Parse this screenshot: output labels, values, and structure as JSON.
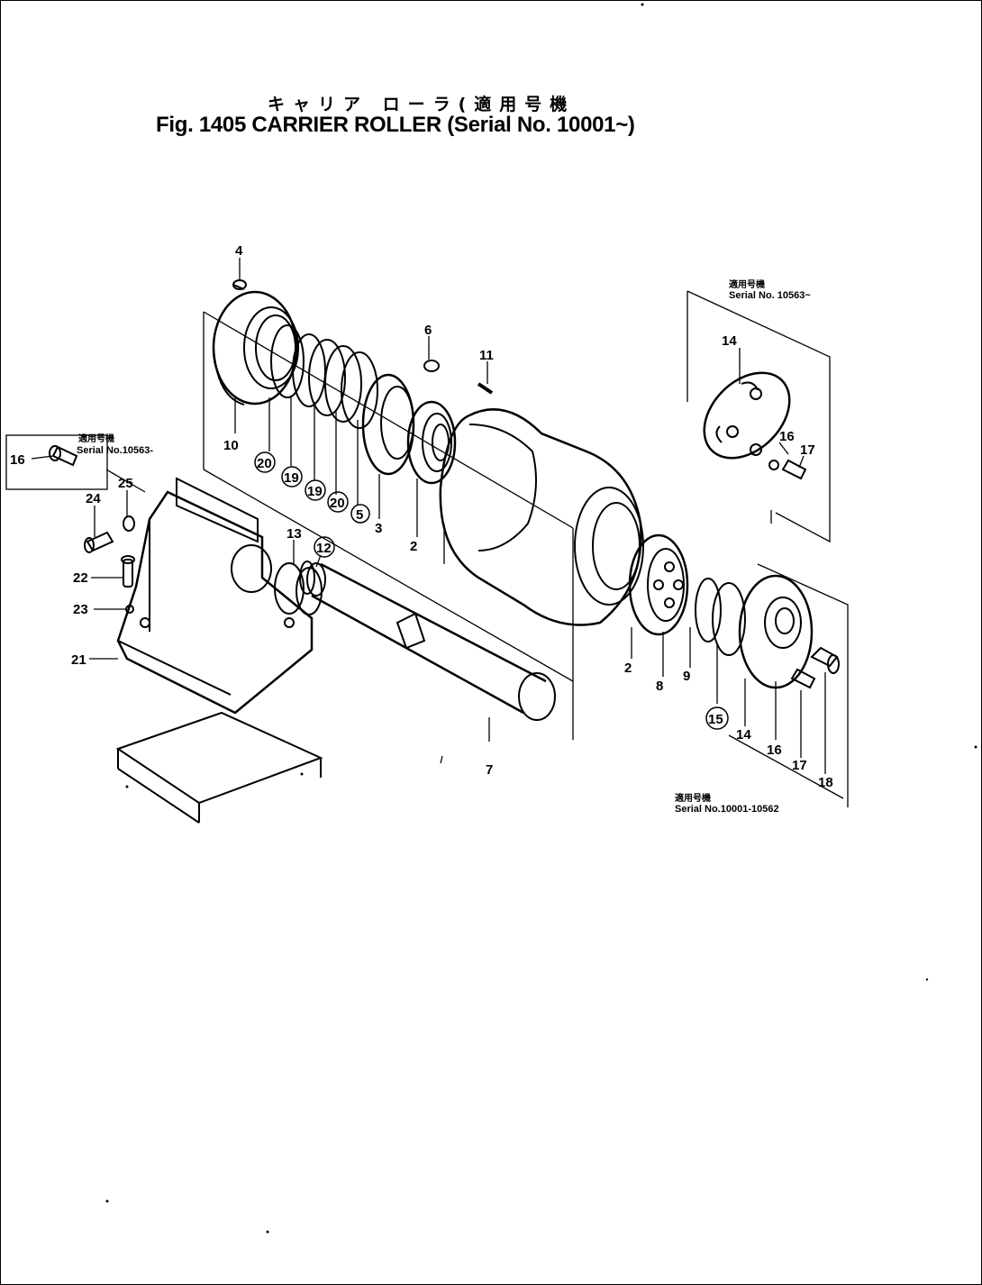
{
  "title": {
    "japanese": "キャリア ローラ(適用号機",
    "english": "Fig. 1405 CARRIER ROLLER (Serial No. 10001~)"
  },
  "callouts": {
    "top_right_jp": "適用号機",
    "top_right_serial": "Serial No. 10563~",
    "left_box_jp": "適用号機",
    "left_box_serial": "Serial No.10563-",
    "bottom_right_jp": "適用号機",
    "bottom_right_serial": "Serial No.10001-10562"
  },
  "part_labels": {
    "p4": "4",
    "p6": "6",
    "p11": "11",
    "p10": "10",
    "p20a": "20",
    "p19a": "19",
    "p19b": "19",
    "p20b": "20",
    "p5": "5",
    "p3": "3",
    "p2a": "2",
    "p2b": "2",
    "p8": "8",
    "p9": "9",
    "p15": "15",
    "p14a": "14",
    "p16a": "16",
    "p17a": "17",
    "p14b": "14",
    "p16b": "16",
    "p17b": "17",
    "p18": "18",
    "p16c": "16",
    "p24": "24",
    "p25": "25",
    "p22": "22",
    "p23": "23",
    "p21": "21",
    "p13": "13",
    "p12": "12",
    "p7": "7"
  }
}
